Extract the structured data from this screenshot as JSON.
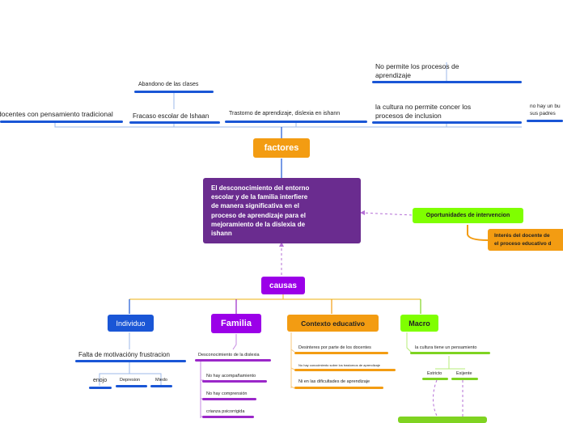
{
  "top": {
    "docentes": "docentes con pensamiento tradicional",
    "abandono": "Abandono de las clases",
    "fracaso": "Fracaso escolar de Ishaan",
    "trastorno": "Trastorno de aprendizaje, dislexia en ishann",
    "no_permite": [
      "No permite los procesos de",
      "aprendizaje"
    ],
    "cultura": [
      "la cultura no permite concer los",
      "procesos de inclusion"
    ],
    "no_hay": [
      "no hay un bu",
      "sus padres"
    ]
  },
  "center": {
    "factores": "factores",
    "main": [
      "El desconocimiento del entorno",
      "escolar y de la familia interfiere",
      "de manera significativa en el",
      "proceso de aprendizaje para  el",
      "mejoramiento de la dislexia de",
      "ishann"
    ],
    "causas": "causas"
  },
  "right": {
    "oportunidades": "Oportunidades de intervencion",
    "interes": [
      "Interés del docente de",
      "el proceso educativo d"
    ]
  },
  "causes": {
    "individuo": {
      "title": "Individuo",
      "sub": "Falta de motivacióny frustracion",
      "items": [
        "enojo",
        "Depresion",
        "Miedo"
      ]
    },
    "familia": {
      "title": "Familia",
      "sub": "Desconocimiento de la dislexia",
      "items": [
        "No hay acompañamiento",
        "No hay comprensión",
        "crianza psicorrigida"
      ]
    },
    "contexto": {
      "title": "Contexto educativo",
      "items": [
        "Desinteres por parte de los docentes",
        "No hay conocimiento sobre los trastornos de aprendizaje",
        "Ni en las dificultades de aprendizaje"
      ]
    },
    "macro": {
      "title": "Macro",
      "sub": "la cultura tiene un pensamiento",
      "items": [
        "Estricto",
        "Exijente"
      ]
    }
  },
  "colors": {
    "blue": "#1a56d6",
    "orange": "#f39c12",
    "purple_main": "#6a2c8f",
    "purple": "#9b00e8",
    "green": "#7fff00",
    "line_blue": "#9db8e8"
  }
}
